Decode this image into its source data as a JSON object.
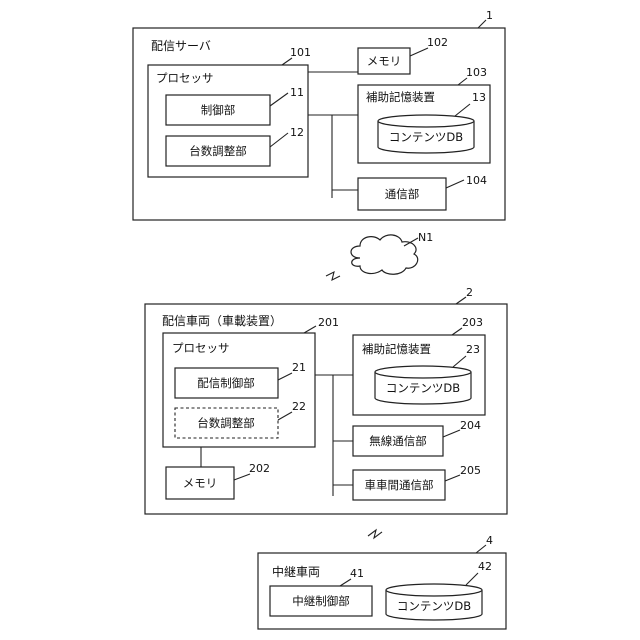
{
  "server": {
    "ref": "1",
    "title": "配信サーバ",
    "processor": {
      "ref": "101",
      "label": "プロセッサ"
    },
    "control": {
      "ref": "11",
      "label": "制御部"
    },
    "count_adjust": {
      "ref": "12",
      "label": "台数調整部"
    },
    "memory": {
      "ref": "102",
      "label": "メモリ"
    },
    "storage": {
      "ref": "103",
      "label": "補助記憶装置"
    },
    "db": {
      "ref": "13",
      "label": "コンテンツDB"
    },
    "comm": {
      "ref": "104",
      "label": "通信部"
    }
  },
  "network": {
    "ref": "N1"
  },
  "vehicle": {
    "ref": "2",
    "title": "配信車両（車載装置）",
    "processor": {
      "ref": "201",
      "label": "プロセッサ"
    },
    "control": {
      "ref": "21",
      "label": "配信制御部"
    },
    "count_adjust": {
      "ref": "22",
      "label": "台数調整部"
    },
    "memory": {
      "ref": "202",
      "label": "メモリ"
    },
    "storage": {
      "ref": "203",
      "label": "補助記憶装置"
    },
    "db": {
      "ref": "23",
      "label": "コンテンツDB"
    },
    "wireless": {
      "ref": "204",
      "label": "無線通信部"
    },
    "v2v": {
      "ref": "205",
      "label": "車車間通信部"
    }
  },
  "relay": {
    "ref": "4",
    "title": "中継車両",
    "control": {
      "ref": "41",
      "label": "中継制御部"
    },
    "db": {
      "ref": "42",
      "label": "コンテンツDB"
    }
  }
}
